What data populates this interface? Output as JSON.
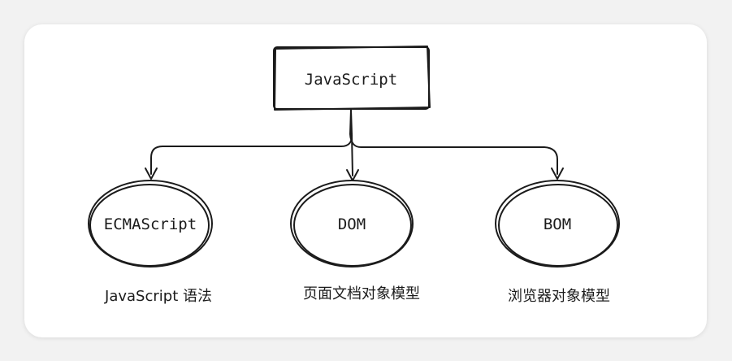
{
  "root": {
    "label": "JavaScript"
  },
  "children": [
    {
      "label": "ECMAScript",
      "description": "JavaScript 语法"
    },
    {
      "label": "DOM",
      "description": "页面文档对象模型"
    },
    {
      "label": "BOM",
      "description": "浏览器对象模型"
    }
  ]
}
